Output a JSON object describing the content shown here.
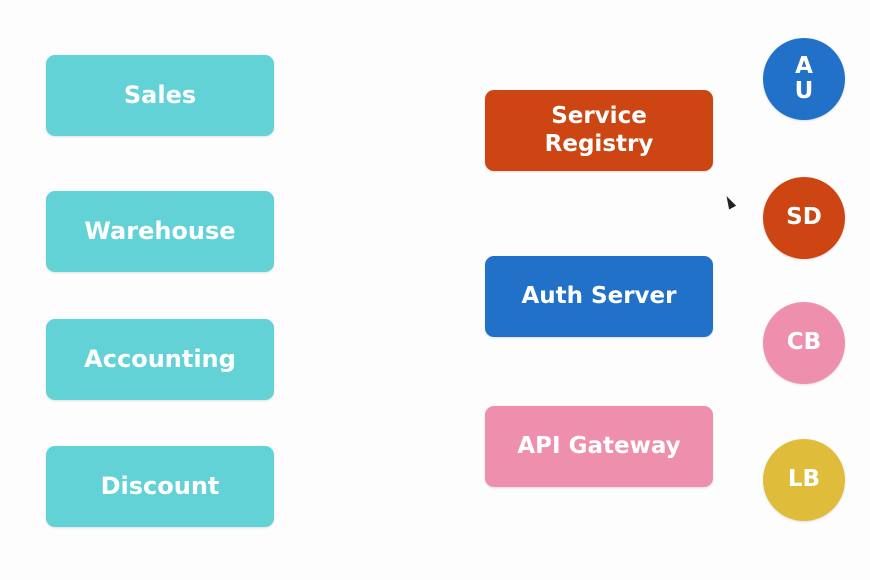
{
  "services": [
    {
      "label": "Sales"
    },
    {
      "label": "Warehouse"
    },
    {
      "label": "Accounting"
    },
    {
      "label": "Discount"
    }
  ],
  "infrastructure": [
    {
      "label": "Service\nRegistry"
    },
    {
      "label": "Auth Server"
    },
    {
      "label": "API Gateway"
    }
  ],
  "badges": [
    {
      "label": "A\nU"
    },
    {
      "label": "SD"
    },
    {
      "label": "CB"
    },
    {
      "label": "LB"
    }
  ],
  "colors": {
    "service_teal": "#62d2d6",
    "registry_orange": "#cd4512",
    "auth_blue": "#2271c9",
    "gateway_pink": "#ef8fae",
    "badge_blue": "#2271c9",
    "badge_orange": "#cd4512",
    "badge_pink": "#ef8fae",
    "badge_yellow": "#dfbd3a"
  }
}
